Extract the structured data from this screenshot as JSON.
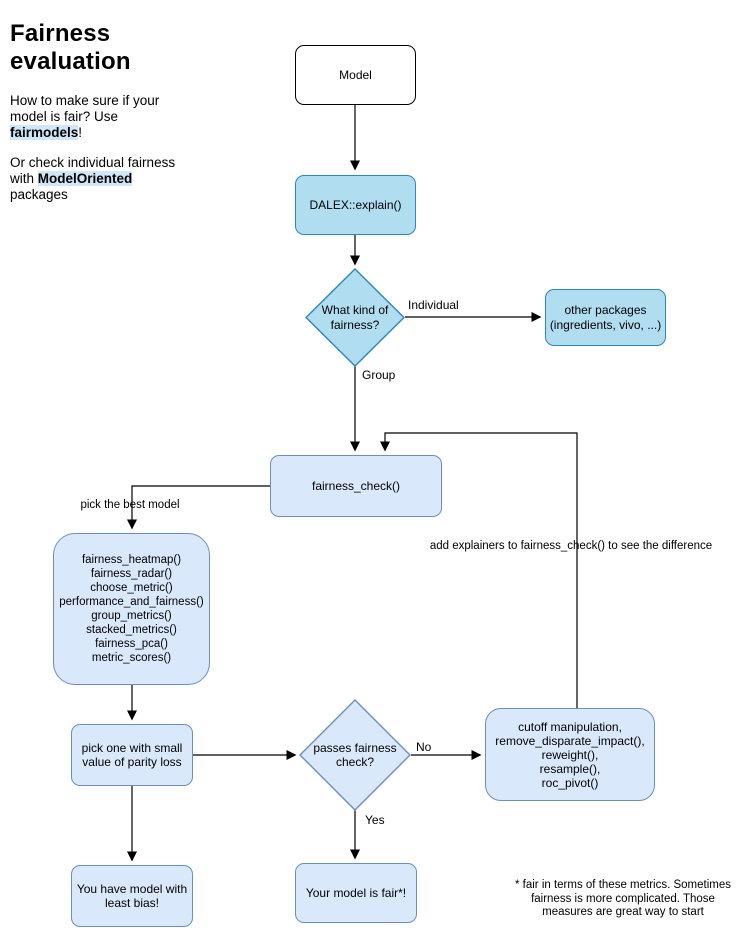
{
  "page": {
    "background": "#ffffff"
  },
  "sidebar": {
    "title": "Fairness evaluation",
    "intro": {
      "pre": "How to make sure if your model is fair? Use ",
      "highlight": "fairmodels",
      "post": "!"
    },
    "secondary": {
      "pre": "Or check individual fairness with ",
      "highlight": "ModelOriented",
      "post": " packages"
    }
  },
  "colors": {
    "primary_node_fill": "#b1ddf0",
    "primary_node_border": "#2d86bd",
    "secondary_node_fill": "#dae8fc",
    "secondary_node_border": "#6c8ebf",
    "model_node_fill": "#ffffff",
    "model_node_border": "#000000",
    "highlight_bg": "#cfe7f7",
    "connector": "#000000"
  },
  "nodes": {
    "model": {
      "label": "Model"
    },
    "dalex": {
      "label": "DALEX::explain()"
    },
    "fairness_kind": {
      "line1": "What kind of",
      "line2": "fairness?"
    },
    "other_packages": {
      "line1": "other packages",
      "line2": "(ingredients, vivo, ...)"
    },
    "fairness_check": {
      "label": "fairness_check()"
    },
    "explore_functions": {
      "lines": [
        "fairness_heatmap()",
        "fairness_radar()",
        "choose_metric()",
        "performance_and_fairness()",
        "group_metrics()",
        "stacked_metrics()",
        "fairness_pca()",
        "metric_scores()"
      ]
    },
    "pick_one": {
      "line1": "pick one with small",
      "line2": "value of parity loss"
    },
    "passes_check": {
      "line1": "passes fairness",
      "line2": "check?"
    },
    "mitigation": {
      "lines": [
        "cutoff manipulation,",
        "remove_disparate_impact(),",
        "reweight(),",
        "resample(),",
        "roc_pivot()"
      ]
    },
    "least_bias": {
      "line1": "You have model with",
      "line2": "least bias!"
    },
    "model_fair": {
      "label": "Your model is fair*!"
    }
  },
  "edge_labels": {
    "individual": "Individual",
    "group": "Group",
    "no": "No",
    "yes": "Yes",
    "pick_best": "pick the best model",
    "add_explainers": "add explainers to fairness_check() to see the difference"
  },
  "footnote": {
    "line1": "* fair in terms of these metrics. Sometimes",
    "line2": "fairness is more complicated. Those",
    "line3": "measures are great way to start"
  }
}
